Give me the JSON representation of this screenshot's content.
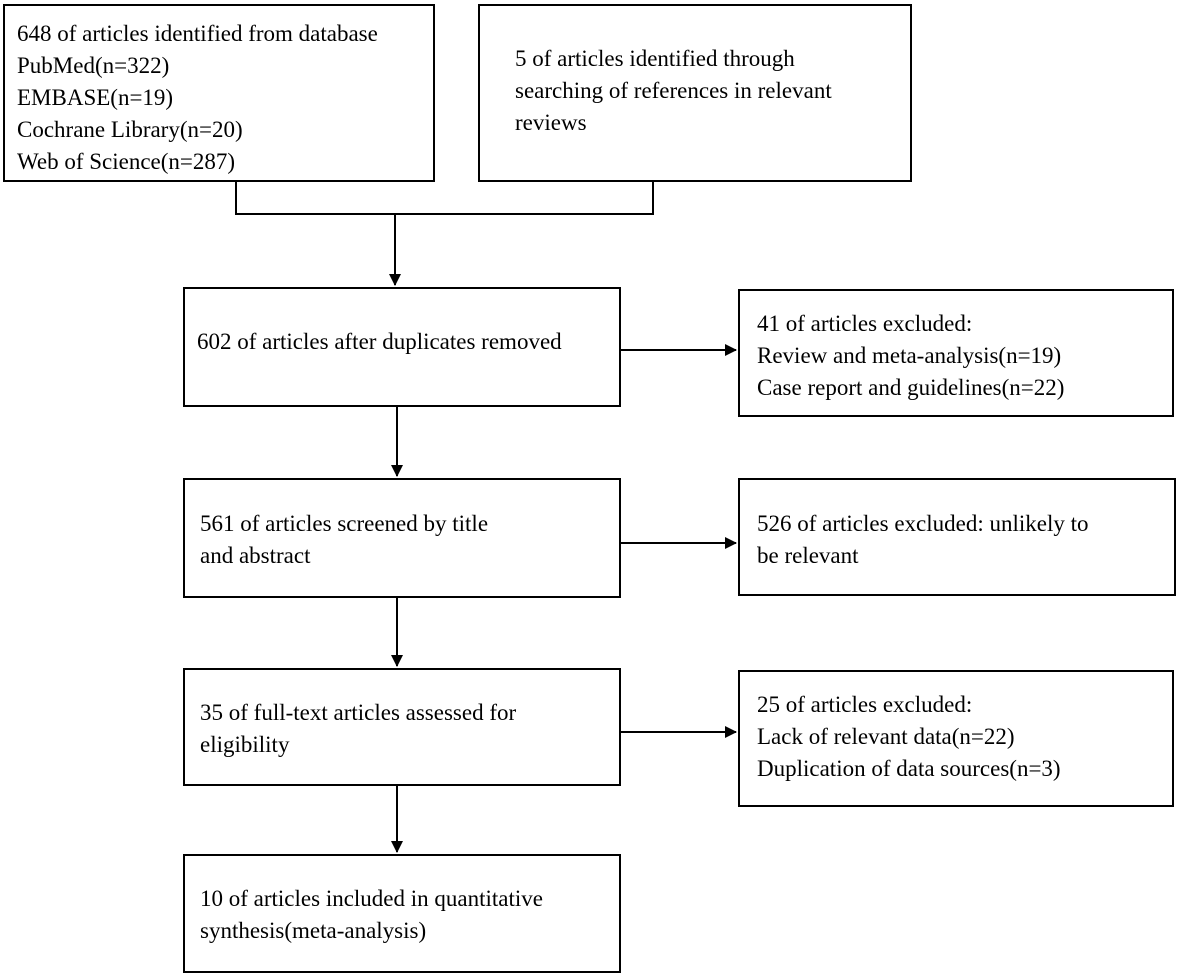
{
  "flowchart": {
    "identified_database": {
      "lines": [
        "648 of articles identified from database",
        "PubMed(n=322)",
        "EMBASE(n=19)",
        "Cochrane Library(n=20)",
        "Web of Science(n=287)"
      ]
    },
    "identified_references": {
      "lines": [
        "5 of articles identified through",
        "searching of references in relevant",
        "reviews"
      ]
    },
    "after_duplicates": {
      "lines": [
        "602 of articles after duplicates removed"
      ]
    },
    "excluded_reviews": {
      "lines": [
        "41 of articles excluded:",
        "Review and meta-analysis(n=19)",
        "Case report and guidelines(n=22)"
      ]
    },
    "screened": {
      "lines": [
        "561 of articles screened by title",
        "and abstract"
      ]
    },
    "excluded_irrelevant": {
      "lines": [
        "526 of articles excluded:  unlikely to",
        "be relevant"
      ]
    },
    "full_text": {
      "lines": [
        "35 of  full-text articles assessed for",
        "eligibility"
      ]
    },
    "excluded_data": {
      "lines": [
        "25 of articles excluded:",
        "Lack of relevant data(n=22)",
        "Duplication of data sources(n=3)"
      ]
    },
    "included": {
      "lines": [
        "10 of articles included in quantitative",
        "synthesis(meta-analysis)"
      ]
    }
  },
  "colors": {
    "stroke": "#000000",
    "box_fill": "#ffffff",
    "text": "#000000"
  }
}
